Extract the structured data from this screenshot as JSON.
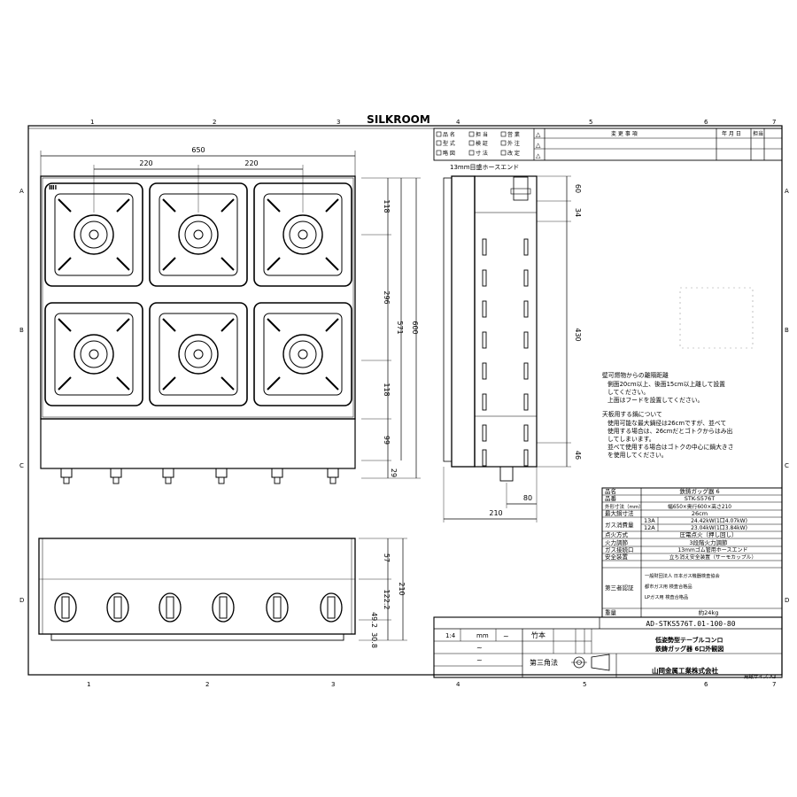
{
  "brand": "SILKROOM",
  "border_markers": {
    "top": [
      "1",
      "2",
      "3",
      "4",
      "5",
      "6",
      "7"
    ],
    "bottom": [
      "1",
      "2",
      "3",
      "4",
      "5",
      "6",
      "7"
    ],
    "left": [
      "A",
      "B",
      "C",
      "D"
    ],
    "right": [
      "A",
      "B",
      "C",
      "D"
    ]
  },
  "revision_block": {
    "checklist": [
      "品 名",
      "担 当",
      "営 業",
      "型 式",
      "検 証",
      "外 注",
      "略 図",
      "寸 法",
      "改 定"
    ],
    "header_change": "変 更 事 項",
    "header_date": "年 月 日",
    "header_by": "担当",
    "symbol": "△"
  },
  "top_view": {
    "dim_total_width": "650",
    "dim_left_pitch": "220",
    "dim_right_pitch": "220",
    "hose_end_label": "13mm目盛ホースエンド",
    "dim_total_depth": "600",
    "dim_inner_depth": "571",
    "dim_front_row": "118",
    "dim_middle": "296",
    "dim_back_row": "118",
    "dim_front_strip": "99",
    "dim_knob": "29"
  },
  "side_view": {
    "dim_top": "60",
    "dim_upper": "34",
    "dim_height": "430",
    "dim_bottom": "46",
    "dim_foot_depth": "80",
    "dim_depth": "210"
  },
  "front_view": {
    "dim_top": "57",
    "dim_middle": "122.2",
    "dim_total": "210",
    "dim_lower": "49.2",
    "dim_bottom": "30.8"
  },
  "notes": {
    "title1": "壁可燃物からの離隔距離",
    "body1a": "側面20cm以上、後面15cm以上離して設置",
    "body1b": "してください。",
    "body1c": "上面はフードを設置してください。",
    "title2": "天板用する鍋について",
    "body2a": "使用可能な最大鍋径は26cmですが、並べて",
    "body2b": "使用する場合は、26cmだとゴトクからはみ出",
    "body2c": "してしまいます。",
    "body2d": "並べて使用する場合はゴトクの中心に鍋大きさ",
    "body2e": "を使用してください。"
  },
  "spec_table": {
    "rows": [
      {
        "label": "品名",
        "value": "鉄鋳ガッグ器 6"
      },
      {
        "label": "品番",
        "value": "STK-S576T"
      },
      {
        "label": "外形寸法（mm）",
        "value": "幅650×奥行600×高さ210"
      },
      {
        "label": "最大鍋寸法",
        "value": "26cm"
      }
    ],
    "gas_label": "ガス消費量",
    "gas_rows": [
      {
        "type": "13A",
        "value": "24.42kW(1口4.07kW)"
      },
      {
        "type": "12A",
        "value": "23.04kW(1口3.84kW)"
      }
    ],
    "rows2": [
      {
        "label": "点火方式",
        "value": "圧電点火（押し回し）"
      },
      {
        "label": "火力調節",
        "value": "3段階火力調節"
      },
      {
        "label": "ガス接続口",
        "value": "13mmゴム管用ホースエンド"
      },
      {
        "label": "安全装置",
        "value": "立ち消え安全装置（サーモカップル）"
      }
    ],
    "third_party_label": "第三者認証",
    "third_party_lines": [
      "一般財団法人 日本ガス機器検査協会",
      "都市ガス用 検査合格品",
      "LPガス用 検査合格品"
    ],
    "weight_label": "重量",
    "weight_value": "約24kg"
  },
  "title_block": {
    "drawing_number": "AD-STKS576T.01-100-80",
    "scale": "1:4",
    "unit": "mm",
    "drawn_by": "竹本",
    "title_line1": "低姿勢型テーブルコンロ",
    "title_line2": "鉄鋳ガッグ器 6口外観図",
    "projection": "第三角法",
    "company": "山岡金属工業株式会社",
    "paper_size": "用紙サイズ A3"
  }
}
